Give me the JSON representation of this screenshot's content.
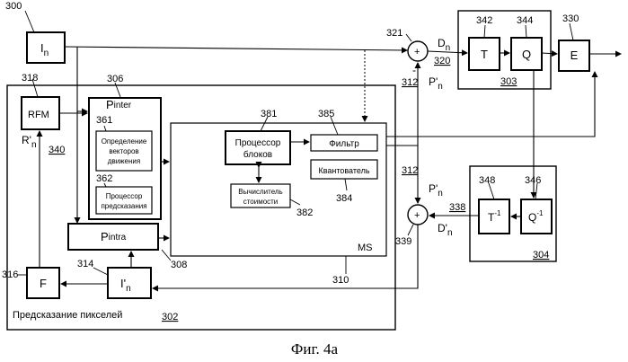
{
  "figure": {
    "caption": "Фиг. 4а"
  },
  "blocks": {
    "In": {
      "main": "I",
      "sub": "n",
      "ref": "300"
    },
    "RFM": {
      "label": "RFM",
      "ref": "318"
    },
    "Pinter": {
      "main": "P",
      "sub": "inter",
      "ref": "306"
    },
    "motion": {
      "line1": "Определение",
      "line2": "векторов",
      "line3": "движения",
      "ref": "361"
    },
    "predproc": {
      "line1": "Процессор",
      "line2": "предсказания",
      "ref": "362"
    },
    "Pintra": {
      "main": "P",
      "sub": "intra",
      "ref": "308"
    },
    "MS": {
      "label": "MS",
      "ref": "310"
    },
    "blockproc": {
      "line1": "Процессор",
      "line2": "блоков",
      "ref": "381"
    },
    "filter": {
      "label": "Фильтр",
      "ref": "385"
    },
    "quantizer": {
      "label": "Квантователь",
      "ref": "384"
    },
    "costcalc": {
      "line1": "Вычислитель",
      "line2": "стоимости",
      "ref": "382"
    },
    "T": {
      "label": "T",
      "ref": "342"
    },
    "Q": {
      "label": "Q",
      "ref": "344"
    },
    "E": {
      "label": "E",
      "ref": "330"
    },
    "Tinv": {
      "main": "T",
      "sup": "-1",
      "ref": "348"
    },
    "Qinv": {
      "main": "Q",
      "sup": "-1",
      "ref": "346"
    },
    "F": {
      "label": "F",
      "ref": "316"
    },
    "Irec": {
      "main": "I'",
      "sub": "n",
      "ref": "314"
    },
    "sub_junction": {
      "ref": "321"
    },
    "add_junction": {
      "ref": "339"
    },
    "pixel_prediction": {
      "label": "Предсказание пикселей",
      "ref": "302"
    },
    "transform_group": {
      "ref": "303"
    },
    "inverse_group": {
      "ref": "304"
    }
  },
  "signals": {
    "Dn": {
      "main": "D",
      "sub": "n",
      "ref": "320"
    },
    "Pn_top": {
      "main": "P'",
      "sub": "n",
      "ref": "312"
    },
    "Pn_mid": {
      "main": "P'",
      "sub": "n",
      "ref": "312"
    },
    "Dprime": {
      "main": "D'",
      "sub": "n",
      "ref": "338"
    },
    "Rn": {
      "main": "R'",
      "sub": "n",
      "ref": "340"
    }
  },
  "operators": {
    "plus": "+",
    "minus": "-"
  }
}
